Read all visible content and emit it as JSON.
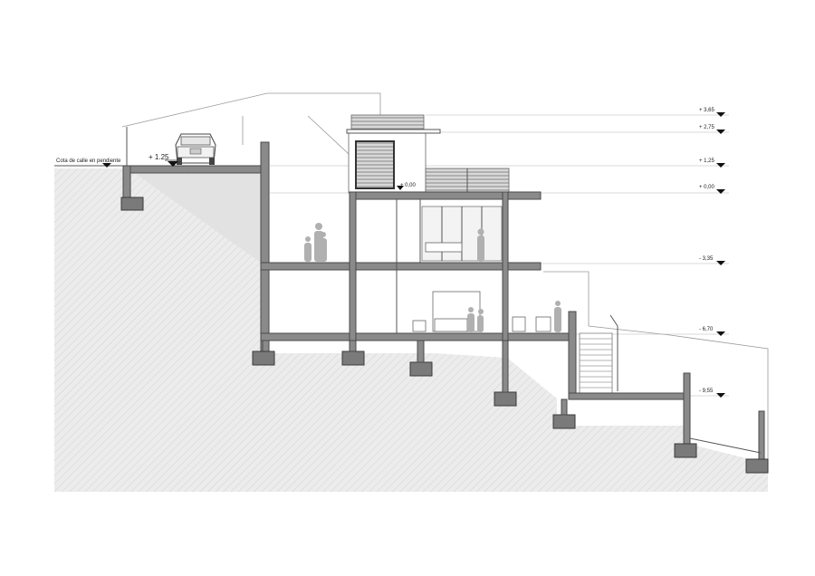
{
  "drawing": {
    "street_label": "Cota de calle en pendiente",
    "car_level": "+ 1.25",
    "floor_level_marker": "+ 0,00",
    "levels": [
      {
        "id": "lvl-365",
        "label": "+ 3,65"
      },
      {
        "id": "lvl-275",
        "label": "+ 2,75"
      },
      {
        "id": "lvl-125",
        "label": "+ 1,25"
      },
      {
        "id": "lvl-000",
        "label": "+ 0,00"
      },
      {
        "id": "lvl-335",
        "label": "- 3,35"
      },
      {
        "id": "lvl-670",
        "label": "- 6,70"
      },
      {
        "id": "lvl-955",
        "label": "- 9,55"
      }
    ]
  }
}
